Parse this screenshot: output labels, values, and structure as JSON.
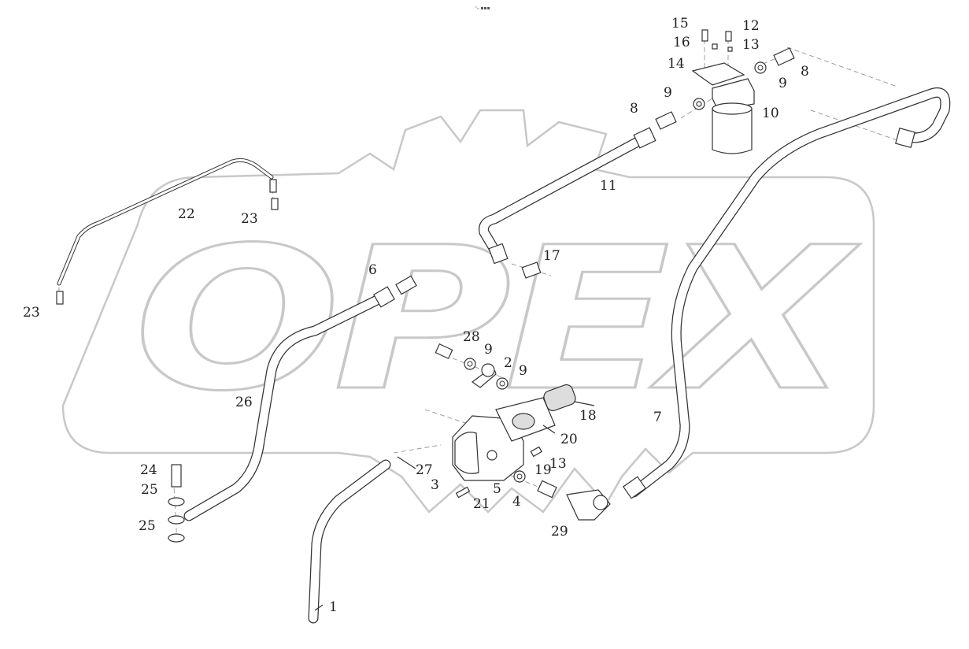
{
  "header_mark": "⁼ₙ ▪▪▪",
  "watermark": {
    "text": "OPEX",
    "color": "#c8c8c8"
  },
  "callouts": [
    {
      "id": "c1",
      "text": "1"
    },
    {
      "id": "c2",
      "text": "2"
    },
    {
      "id": "c3",
      "text": "3"
    },
    {
      "id": "c4",
      "text": "4"
    },
    {
      "id": "c5",
      "text": "5"
    },
    {
      "id": "c6",
      "text": "6"
    },
    {
      "id": "c7",
      "text": "7"
    },
    {
      "id": "c8a",
      "text": "8"
    },
    {
      "id": "c8b",
      "text": "8"
    },
    {
      "id": "c9a",
      "text": "9"
    },
    {
      "id": "c9b",
      "text": "9"
    },
    {
      "id": "c9c",
      "text": "9"
    },
    {
      "id": "c9d",
      "text": "9"
    },
    {
      "id": "c10",
      "text": "10"
    },
    {
      "id": "c11",
      "text": "11"
    },
    {
      "id": "c12",
      "text": "12"
    },
    {
      "id": "c13a",
      "text": "13"
    },
    {
      "id": "c13b",
      "text": "13"
    },
    {
      "id": "c14",
      "text": "14"
    },
    {
      "id": "c15",
      "text": "15"
    },
    {
      "id": "c16",
      "text": "16"
    },
    {
      "id": "c17",
      "text": "17"
    },
    {
      "id": "c18",
      "text": "18"
    },
    {
      "id": "c19",
      "text": "19"
    },
    {
      "id": "c20",
      "text": "20"
    },
    {
      "id": "c21",
      "text": "21"
    },
    {
      "id": "c22",
      "text": "22"
    },
    {
      "id": "c23a",
      "text": "23"
    },
    {
      "id": "c23b",
      "text": "23"
    },
    {
      "id": "c24",
      "text": "24"
    },
    {
      "id": "c25a",
      "text": "25"
    },
    {
      "id": "c25b",
      "text": "25"
    },
    {
      "id": "c26",
      "text": "26"
    },
    {
      "id": "c27",
      "text": "27"
    },
    {
      "id": "c28",
      "text": "28"
    },
    {
      "id": "c29",
      "text": "29"
    }
  ]
}
